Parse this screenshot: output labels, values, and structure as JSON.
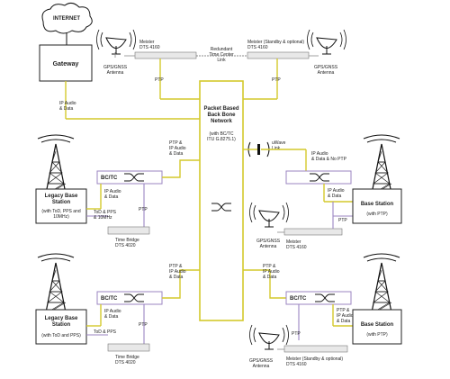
{
  "internet": "INTERNET",
  "gateway": "Gateway",
  "ip_audio_data": "IP Audio\n& Data",
  "ptp": "PTP",
  "ptp_ip_audio_data": "PTP &\nIP Audio\n& Data",
  "backbone": {
    "title": "Packet Based\nBack Bone\nNetwork",
    "subtitle": "(with BC/TC\nITU G.8275.1)"
  },
  "redundant_link": "Redundant\nTime Center\nLink",
  "master_top_left": "Meister\nDTS 4160",
  "master_top_right": "Meister (Standby & optional)\nDTS 4160",
  "gnss_antenna": "GPS/GNSS\nAntenna",
  "bctc": "BC/TC",
  "legacy_base_1": {
    "title": "Legacy Base\nStation",
    "sub": "(with ToD, PPS and\n10MHz)"
  },
  "legacy_base_2": {
    "title": "Legacy Base\nStation",
    "sub": "(with ToD and PPS)"
  },
  "tod_pps_10mhz": "ToD & PPS\n& 10MHz",
  "tod_pps": "ToD & PPS",
  "time_bridge": "Time Bridge\nDTS 4020",
  "microwave_link": "uWave\nLink",
  "ip_audio_no_ptp": "IP Audio\n& Data & No PTP",
  "base_station": {
    "title": "Base Station",
    "sub": "(with PTP)"
  },
  "master_mid_right": "Meister\nDTS 4160",
  "master_bottom_right": "Meister (Standby & optional)\nDTS 4160",
  "ptp_ip_audio_data_r": "PTP &\nIP Audio\n& Data"
}
